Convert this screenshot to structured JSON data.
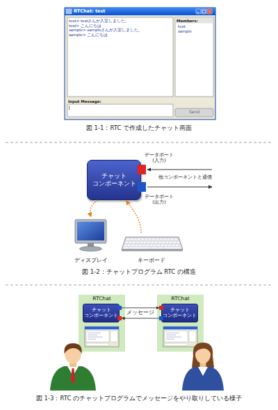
{
  "diagram": {
    "nodes": [
      {
        "text": [
          "チャット コンポーネント"
        ]
      },
      {
        "text": [
          "ディスプレイ"
        ]
      },
      {
        "text": [
          "キーボード"
        ]
      },
      {
        "text": [
          "RTChat"
        ]
      },
      {
        "text": [
          "チャット コンポーネント"
        ],
        "in": 3
      },
      {
        "text": [
          "RTChat"
        ]
      },
      {
        "text": [
          "チャット コンポーネント"
        ],
        "in": 5
      }
    ],
    "edges": [
      {
        "from": 0,
        "to": 1,
        "arrow": "to"
      },
      {
        "from": 2,
        "to": 0,
        "arrow": "to"
      },
      {
        "from": 4,
        "to": 6,
        "arrow": "to",
        "label": "メッセージ"
      },
      {
        "from": 6,
        "to": 4,
        "arrow": "to"
      }
    ],
    "labels": [
      "RTChat: test",
      "test> testさんが入室しました。",
      "test> こんにちは",
      "sample> sampleさんが入室しました。",
      "sample> こんにちは",
      "Members:",
      "test",
      "sample",
      "Input Message:",
      "Send",
      "図 1-1：RTC で作成したチャット画面",
      "データポート (入力)",
      "他コンポーネントと通信",
      "データポート (出力)",
      "図 1-2：チャットプログラム RTC の構造",
      "図 1-3：RTC のチャットプログラムでメッセージをやり取りしている様子"
    ]
  }
}
